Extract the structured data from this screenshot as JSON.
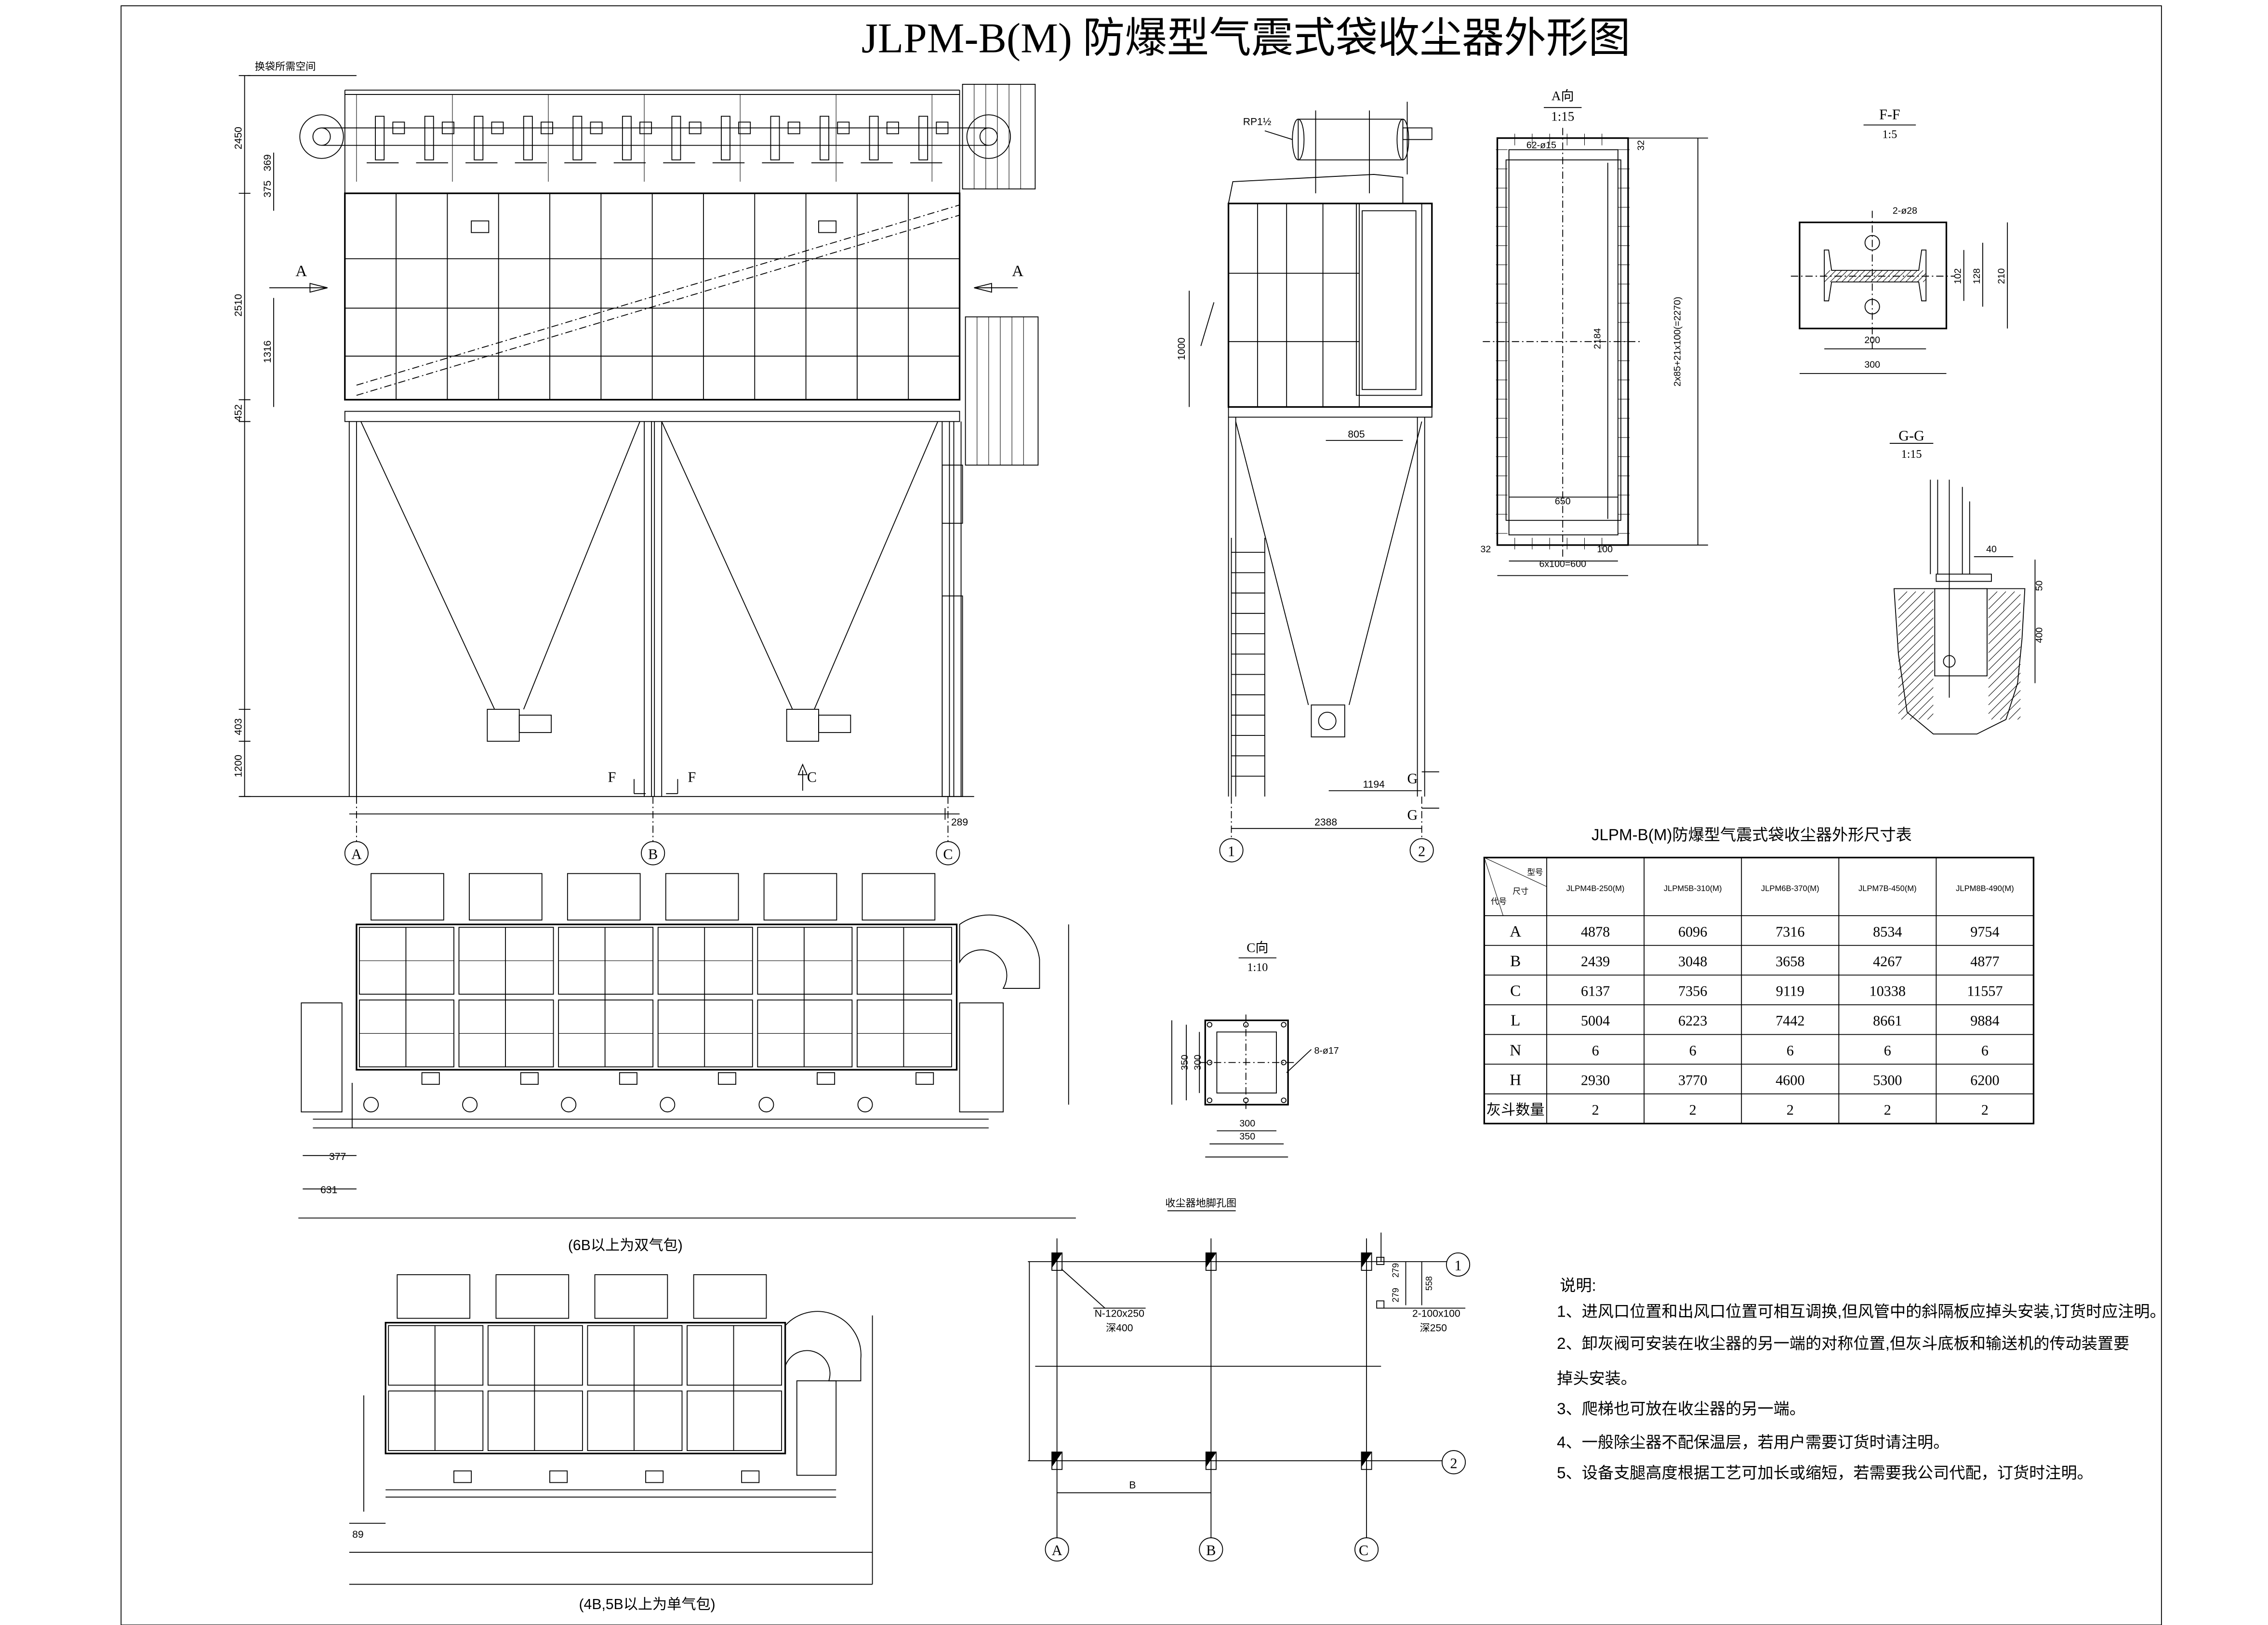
{
  "title": "JLPM-B(M) 防爆型气震式袋收尘器外形图",
  "front_view": {
    "bag_change_space": "换袋所需空间",
    "dims": {
      "d2450": "2450",
      "d375": "375",
      "d369": "369",
      "d2510": "2510",
      "d1316": "1316",
      "d452": "452",
      "d403": "403",
      "d1200": "1200",
      "d289": "289"
    },
    "marks": {
      "a_left": "A",
      "a_right": "A",
      "f_left": "F",
      "f_right": "F",
      "c": "C"
    },
    "axes": [
      "A",
      "B",
      "C"
    ]
  },
  "side_view": {
    "valve_label": "RP1½",
    "dims": {
      "d1000": "1000",
      "d805": "805",
      "d1194": "1194",
      "d2388": "2388"
    },
    "g_top": "G",
    "g_bottom": "G",
    "axes": [
      "1",
      "2"
    ]
  },
  "view_a": {
    "title": "A向",
    "scale": "1:15",
    "holes": "62-ø15",
    "dims": {
      "top32": "32",
      "d2184": "2184",
      "height": "2x85+21x100(=2270)",
      "d650": "650",
      "left32": "32",
      "d100": "100",
      "pitch": "6x100=600"
    }
  },
  "section_ff": {
    "title": "F-F",
    "scale": "1:5",
    "holes": "2-ø28",
    "dims": {
      "d102": "102",
      "d128": "128",
      "d210": "210",
      "d200": "200",
      "d300": "300"
    }
  },
  "section_gg": {
    "title": "G-G",
    "scale": "1:15",
    "dims": {
      "d40": "40",
      "d50": "50",
      "d400": "400"
    }
  },
  "view_c": {
    "title": "C向",
    "scale": "1:10",
    "holes": "8-ø17",
    "dims": {
      "v350": "350",
      "v300": "300",
      "h300": "300",
      "h350": "350"
    }
  },
  "plan_double": {
    "caption": "(6B以上为双气包)",
    "dims": {
      "d377": "377",
      "d631": "631"
    }
  },
  "plan_single": {
    "caption": "(4B,5B以上为单气包)",
    "dims": {
      "d89": "89"
    }
  },
  "foundation": {
    "title": "收尘器地脚孔图",
    "anchor": "N-120x250",
    "anchor_depth": "深400",
    "small_anchor": "2-100x100",
    "small_depth": "深250",
    "dims": {
      "a279": "279",
      "b279": "279",
      "d558": "558",
      "b": "B"
    },
    "rows": [
      "1",
      "2"
    ],
    "cols": [
      "A",
      "B",
      "C"
    ]
  },
  "table": {
    "title": "JLPM-B(M)防爆型气震式袋收尘器外形尺寸表",
    "corner": {
      "model": "型号",
      "size": "尺寸",
      "code": "代号"
    },
    "models": [
      "JLPM4B-250(M)",
      "JLPM5B-310(M)",
      "JLPM6B-370(M)",
      "JLPM7B-450(M)",
      "JLPM8B-490(M)"
    ],
    "rows": [
      {
        "code": "A",
        "values": [
          "4878",
          "6096",
          "7316",
          "8534",
          "9754"
        ]
      },
      {
        "code": "B",
        "values": [
          "2439",
          "3048",
          "3658",
          "4267",
          "4877"
        ]
      },
      {
        "code": "C",
        "values": [
          "6137",
          "7356",
          "9119",
          "10338",
          "11557"
        ]
      },
      {
        "code": "L",
        "values": [
          "5004",
          "6223",
          "7442",
          "8661",
          "9884"
        ]
      },
      {
        "code": "N",
        "values": [
          "6",
          "6",
          "6",
          "6",
          "6"
        ]
      },
      {
        "code": "H",
        "values": [
          "2930",
          "3770",
          "4600",
          "5300",
          "6200"
        ]
      },
      {
        "code": "灰斗数量",
        "values": [
          "2",
          "2",
          "2",
          "2",
          "2"
        ]
      }
    ]
  },
  "notes": {
    "heading": "说明:",
    "lines": [
      "1、进风口位置和出风口位置可相互调换,但风管中的斜隔板应掉头安装,订货时应注明。",
      "2、卸灰阀可安装在收尘器的另一端的对称位置,但灰斗底板和输送机的传动装置要",
      "掉头安装。",
      "3、爬梯也可放在收尘器的另一端。",
      "4、一般除尘器不配保温层，若用户需要订货时请注明。",
      "5、设备支腿高度根据工艺可加长或缩短，若需要我公司代配，订货时注明。"
    ]
  }
}
